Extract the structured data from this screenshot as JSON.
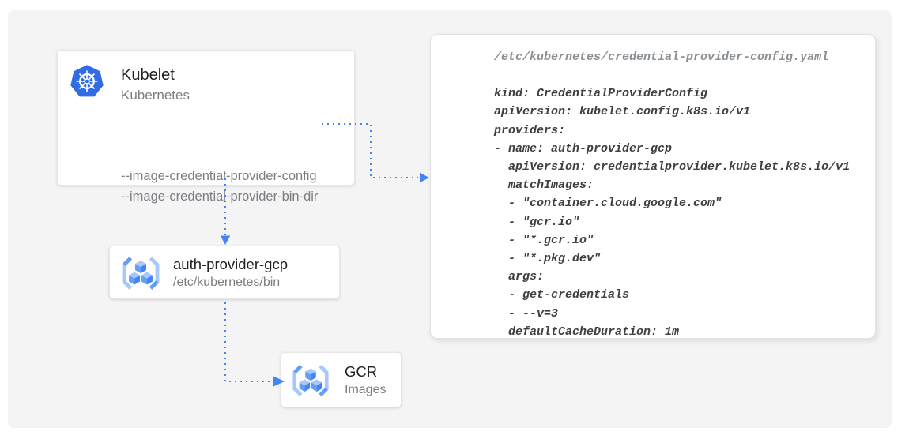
{
  "nodes": {
    "kubelet": {
      "title": "Kubelet",
      "subtitle": "Kubernetes",
      "icon": "kubernetes-icon",
      "flags": [
        "--image-credential-provider-config",
        "--image-credential-provider-bin-dir"
      ]
    },
    "auth_provider": {
      "title": "auth-provider-gcp",
      "subtitle": "/etc/kubernetes/bin",
      "icon": "gcr-registry-icon"
    },
    "gcr": {
      "title": "GCR",
      "subtitle": "Images",
      "icon": "gcr-registry-icon"
    }
  },
  "config_panel": {
    "filename": "/etc/kubernetes/credential-provider-config.yaml",
    "lines": [
      "kind: CredentialProviderConfig",
      "apiVersion: kubelet.config.k8s.io/v1",
      "providers:",
      "- name: auth-provider-gcp",
      "  apiVersion: credentialprovider.kubelet.k8s.io/v1",
      "  matchImages:",
      "  - \"container.cloud.google.com\"",
      "  - \"gcr.io\"",
      "  - \"*.gcr.io\"",
      "  - \"*.pkg.dev\"",
      "  args:",
      "  - get-credentials",
      "  - --v=3",
      "  defaultCacheDuration: 1m"
    ]
  },
  "arrows": [
    {
      "name": "config-flag-to-yaml-file",
      "style": "dotted-blue"
    },
    {
      "name": "kubelet-to-auth-provider",
      "style": "dotted-blue"
    },
    {
      "name": "auth-provider-to-gcr",
      "style": "dotted-blue"
    }
  ],
  "colors": {
    "board_background": "#F4F4F5",
    "arrow_blue": "#4285F4",
    "kubernetes_blue": "#326CE5",
    "gcr_light_blue": "#A8C7FA",
    "gcr_medium_blue": "#669DF6",
    "gcr_dark_blue": "#4285F4",
    "code_text": "#3C4043",
    "code_filename": "#8A8F94",
    "title_text": "#212124",
    "secondary_text": "#7A7E83"
  }
}
